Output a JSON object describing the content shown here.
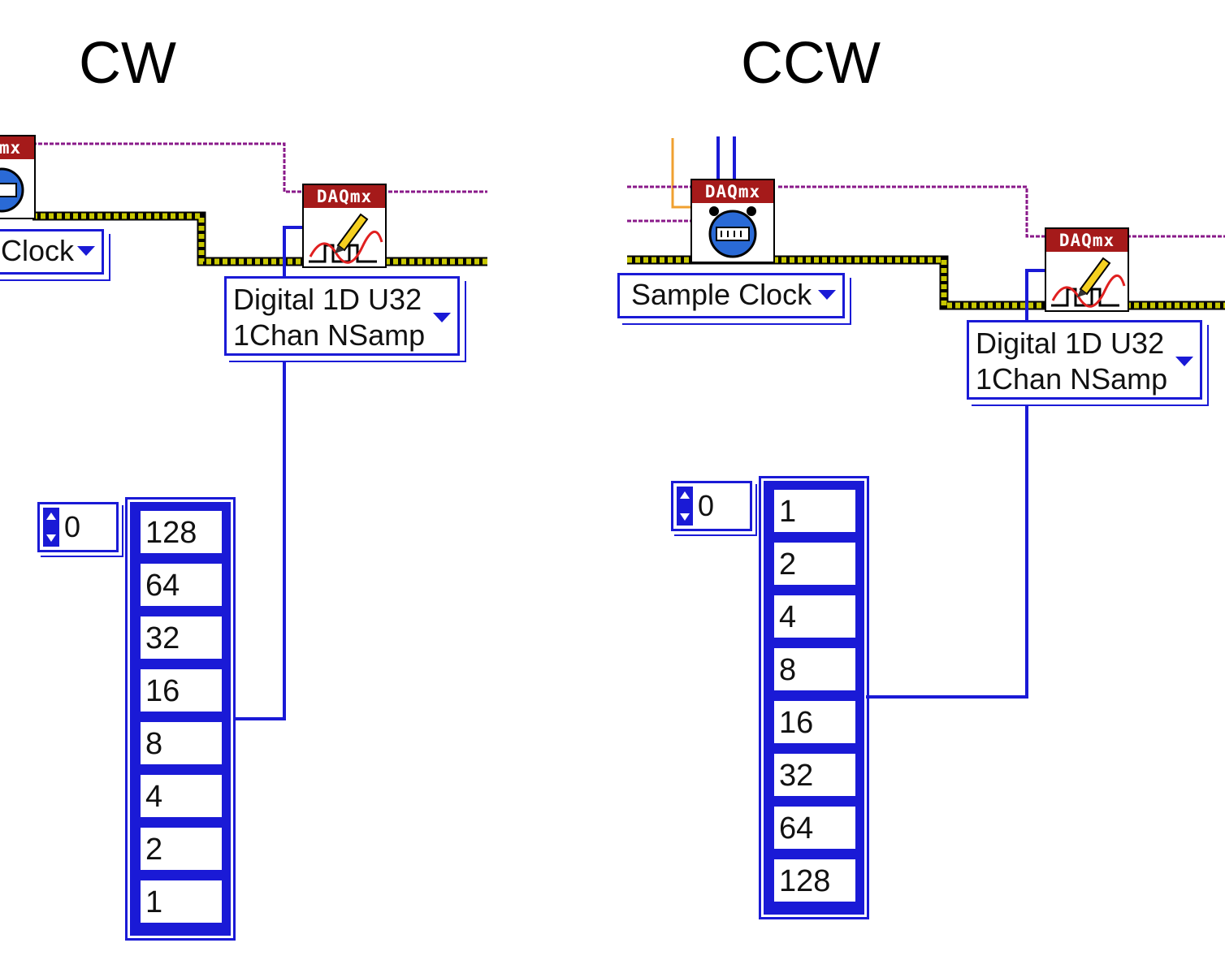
{
  "panels": [
    {
      "title": "CW",
      "node_header": "DAQmx",
      "clock_ring_label": "Clock",
      "write_ring_label": "Digital 1D U32\n1Chan NSamp",
      "index_value": "0",
      "array_values": [
        "128",
        "64",
        "32",
        "16",
        "8",
        "4",
        "2",
        "1"
      ]
    },
    {
      "title": "CCW",
      "node_header": "DAQmx",
      "clock_ring_label": "Sample Clock",
      "write_ring_label": "Digital 1D U32\n1Chan NSamp",
      "index_value": "0",
      "array_values": [
        "1",
        "2",
        "4",
        "8",
        "16",
        "32",
        "64",
        "128"
      ]
    }
  ],
  "colors": {
    "wire_blue": "#1a1ad6",
    "wire_purple": "#8a1a8a",
    "wire_yellow": "#c8c800",
    "wire_orange": "#f0a030",
    "daqmx_header": "#a51a1a"
  },
  "icons": [
    "timing-icon",
    "write-pencil-icon"
  ]
}
